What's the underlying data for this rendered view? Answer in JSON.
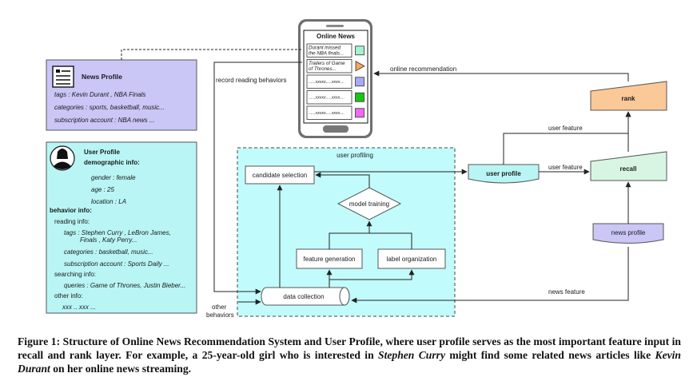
{
  "phone": {
    "title": "Online News",
    "items": [
      {
        "line1": "Durant missed",
        "line2": "the NBA finals...",
        "icon_color": "#a6f0cf",
        "icon": "square-icon"
      },
      {
        "line1": "Trailers of Game",
        "line2": "of Thrones...",
        "icon_color": "#f6a65a",
        "icon": "play-triangle-icon"
      },
      {
        "line1": "......xxxxx.....xxxx....",
        "line2": "",
        "icon_color": "#a9a9f2",
        "icon": "square-icon"
      },
      {
        "line1": "......xxxxx.....xxxx....",
        "line2": "",
        "icon_color": "#19c419",
        "icon": "square-icon"
      },
      {
        "line1": "......xxxxx.....xxxx....",
        "line2": "",
        "icon_color": "#f06af0",
        "icon": "square-icon"
      }
    ]
  },
  "news_profile": {
    "title": "News Profile",
    "tags": "tags : Kevin Durant ,  NBA Finals",
    "categories": "categories :  sports, basketball, music...",
    "subscription": "subscription account  :   NBA news ..."
  },
  "user_profile_card": {
    "title": "User Profile",
    "demographic_label": "demographic info:",
    "gender": "gender : female",
    "age": "age : 25",
    "location": "location : LA",
    "behavior_label": "behavior info:",
    "reading_label": "reading info:",
    "reading_tags_1": "tags : Stephen Curry , LeBron James,",
    "reading_tags_2": "Finals , Katy Perry...",
    "reading_categories": "categories :  basketball, music...",
    "reading_subscription": "subscription account  :   Sports Daily ...",
    "searching_label": "searching info:",
    "queries": "queries :   Game of Thrones, Justin Bieber...",
    "other_label": "other info:",
    "other_value": "xxx .. xxx ..."
  },
  "flow": {
    "record_reading": "record reading behaviors",
    "online_recommendation": "online recommendation",
    "user_profiling": "user profiling",
    "candidate_selection": "candidate selection",
    "model_training": "model training",
    "feature_generation": "feature generation",
    "label_organization": "label organization",
    "data_collection": "data collection",
    "other_behaviors_1": "other",
    "other_behaviors_2": "behaviors",
    "user_profile": "user profile",
    "user_feature_top": "user feature",
    "user_feature_mid": "user feature",
    "rank": "rank",
    "recall": "recall",
    "news_profile_node": "news profile",
    "news_feature": "news feature"
  },
  "colors": {
    "news_profile_fill": "#cac6f6",
    "user_profile_fill": "#b9f5f5",
    "profiling_fill": "#c2fbfb",
    "rank_fill": "#fbc898",
    "recall_fill": "#d8f5e3"
  },
  "caption": {
    "label": "Figure 1:",
    "p1": " Structure of Online News Recommendation System and User Profile, where user profile serves as the most important feature input in recall and rank layer. For example, a 25-year-old girl who is interested in ",
    "em1": "Stephen Curry",
    "p2": " might find some related news articles like ",
    "em2": "Kevin Durant",
    "p3": " on her online news streaming."
  }
}
